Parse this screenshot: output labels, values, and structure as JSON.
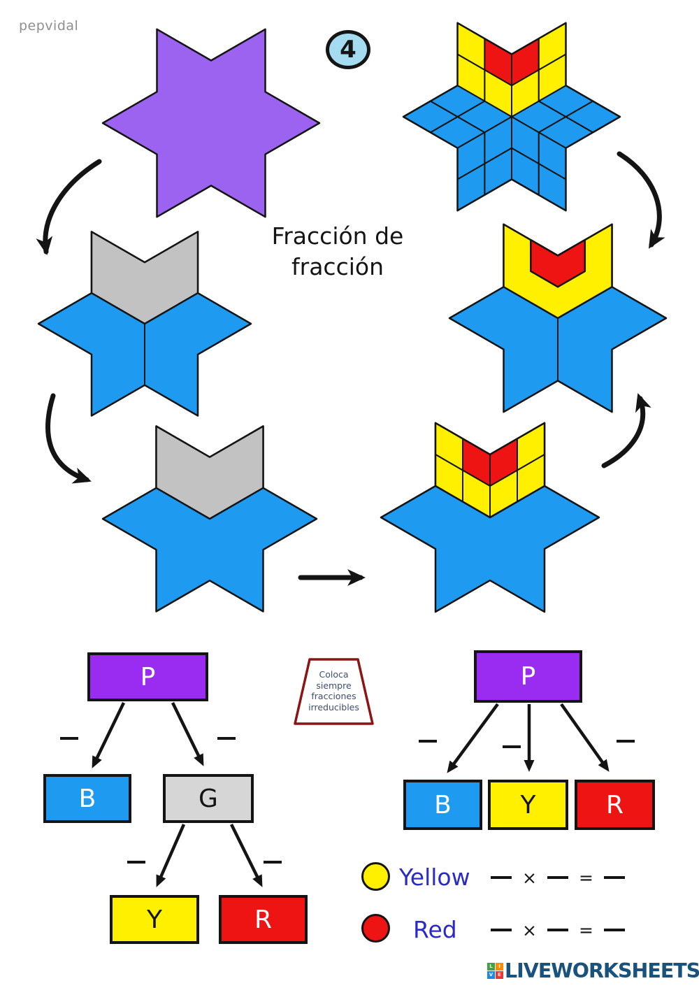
{
  "header": {
    "author": "pepvidal",
    "badge": "4"
  },
  "title": {
    "line1": "Fracción de",
    "line2": "fracción"
  },
  "note": {
    "line1": "Coloca",
    "line2": "siempre",
    "line3": "fracciones",
    "line4": "irreducibles"
  },
  "symbols": {
    "blank": "—",
    "multiply": "×",
    "equals": "="
  },
  "tree_left": {
    "root": "P",
    "child1": "B",
    "child2": "G",
    "grandchild1": "Y",
    "grandchild2": "R"
  },
  "tree_right": {
    "root": "P",
    "child1": "B",
    "child2": "Y",
    "child3": "R"
  },
  "legend": {
    "items": [
      {
        "label": "Yellow",
        "color": "#FFF000"
      },
      {
        "label": "Red",
        "color": "#EE1414"
      }
    ]
  },
  "logo": {
    "text": "LIVEWORKSHEETS",
    "cells": [
      {
        "letter": "L",
        "color": "#43A047"
      },
      {
        "letter": "I",
        "color": "#FB8C00"
      },
      {
        "letter": "V",
        "color": "#1E88E5"
      },
      {
        "letter": "E",
        "color": "#E53935"
      }
    ]
  },
  "colors": {
    "purple": "#9B63EF",
    "purple_box": "#9A2BF0",
    "blue": "#1E9AF0",
    "gray": "#C2C2C2",
    "gray_box": "#D6D6D6",
    "yellow": "#FFF000",
    "red": "#EE1414",
    "badge": "#A5DBF0",
    "stroke": "#141414",
    "note_border": "#8B1414"
  }
}
